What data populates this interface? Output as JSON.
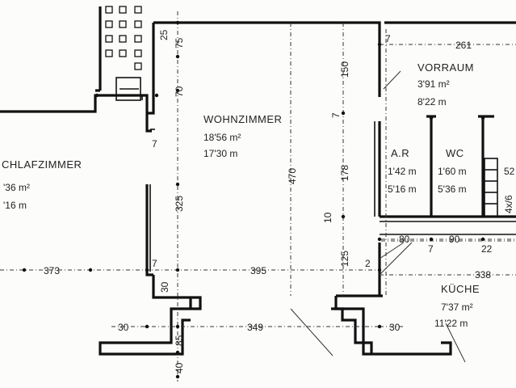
{
  "rooms": {
    "wohnzimmer": {
      "name": "WOHNZIMMER",
      "area": "18'56 m²",
      "perimeter": "17'30 m"
    },
    "schlafzimmer": {
      "name": "CHLAFZIMMER",
      "area": "'36 m²",
      "perimeter": "'16 m"
    },
    "vorraum": {
      "name": "VORRAUM",
      "area": "3'91 m²",
      "perimeter": "8'22 m"
    },
    "ar": {
      "name": "A.R",
      "area": "1'42 m",
      "perimeter": "5'16 m"
    },
    "wc": {
      "name": "WC",
      "area": "1'60 m",
      "perimeter": "5'36 m"
    },
    "kueche": {
      "name": "KÜCHE",
      "area": "7'37 m²",
      "perimeter": "11'22 m"
    }
  },
  "dimensions": {
    "d25": "25",
    "d75": "75",
    "d70": "70",
    "d470": "470",
    "d325": "325",
    "d30a": "30",
    "d373": "373",
    "d7a": "7",
    "d395": "395",
    "d349": "349",
    "d30b": "30",
    "d85": "85",
    "d40": "40",
    "d150": "150",
    "d7b": "7",
    "d178": "178",
    "d10": "10",
    "d125": "125",
    "d2": "2",
    "d261": "261",
    "d7c": "7",
    "d80": "80",
    "d7d": "7",
    "d90": "90",
    "d22": "22",
    "d338": "338",
    "d30c": "30",
    "d52": "52",
    "d4x": "4x/6",
    "d7e": "7"
  }
}
